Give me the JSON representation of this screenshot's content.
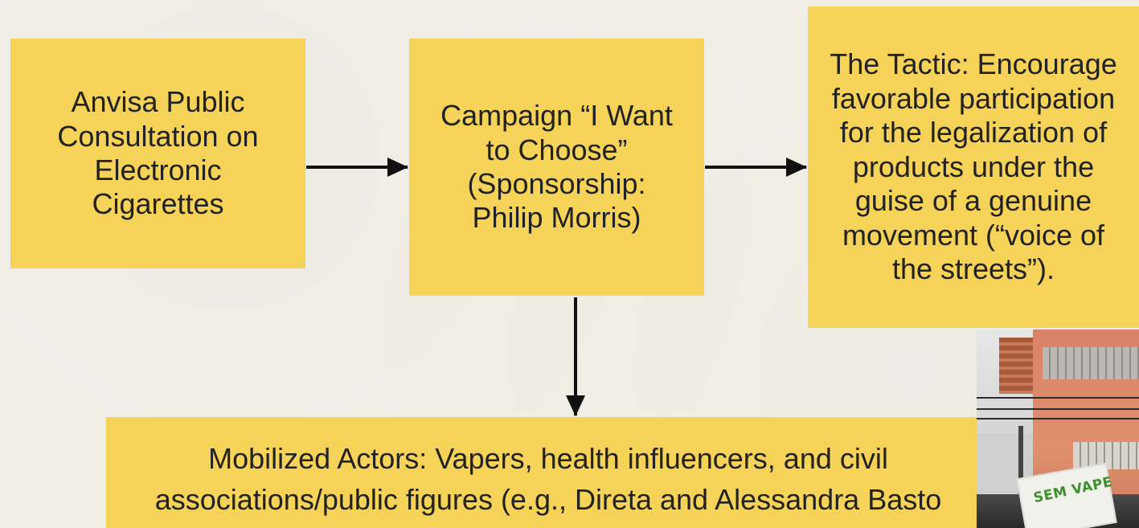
{
  "diagram": {
    "box1": "Anvisa Public\nConsultation on\nElectronic\nCigarettes",
    "box2": "Campaign “I Want\nto Choose”\n(Sponsorship:\nPhilip Morris)",
    "box3": "The Tactic: Encourage\nfavorable participation\nfor the legalization of\nproducts under the\nguise of a genuine\nmovement (“voice of\nthe streets”).",
    "box4": "Mobilized Actors: Vapers, health influencers, and civil\nassociations/public figures (e.g., Direta and Alessandra Basto"
  },
  "photo": {
    "sign_text": "SEM VAPE"
  },
  "colors": {
    "box_fill": "#f5d258",
    "background": "#f3f0e8",
    "arrow": "#111111"
  }
}
